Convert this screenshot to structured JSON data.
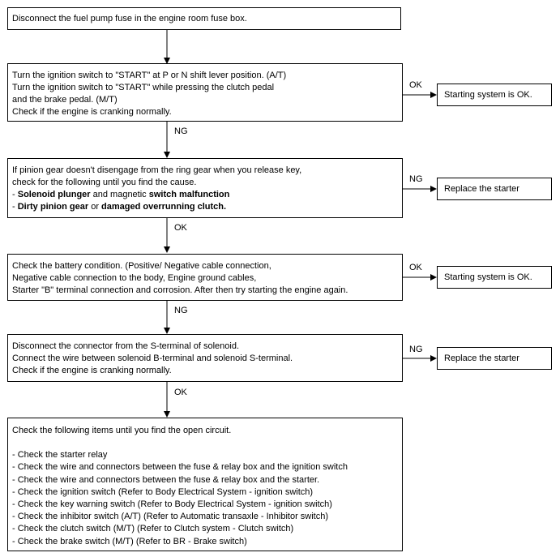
{
  "steps": [
    {
      "lines": [
        "Disconnect the fuel pump fuse in the engine room fuse box."
      ]
    },
    {
      "lines": [
        "Turn the ignition switch to \"START\" at P or N shift lever position. (A/T)",
        "Turn the ignition switch to \"START\" while pressing the clutch pedal",
        "and the brake pedal. (M/T)",
        "Check if the engine is cranking normally."
      ]
    },
    {
      "lines": [
        "If pinion gear doesn't disengage from the ring gear when you release key,",
        "check for the following until you find the cause."
      ],
      "bullet1": {
        "prefix": "- ",
        "bold1": "Solenoid plunger",
        "mid": " and magnetic ",
        "bold2": "switch malfunction"
      },
      "bullet2": {
        "prefix": "- ",
        "bold1": "Dirty pinion gear",
        "mid": " or ",
        "bold2": "damaged overrunning clutch."
      }
    },
    {
      "lines": [
        "Check the battery condition. (Positive/ Negative cable connection,",
        "Negative cable connection to the body, Engine ground cables,",
        "Starter \"B\" terminal connection and corrosion. After then try starting the engine again."
      ]
    },
    {
      "lines": [
        "Disconnect the connector from the S-terminal of solenoid.",
        "Connect the wire between solenoid B-terminal and solenoid S-terminal.",
        "Check if the engine is cranking normally."
      ]
    },
    {
      "lines": [
        "Check the following items until you find the open circuit.",
        "",
        "- Check the starter relay",
        "- Check the wire and connectors between the fuse & relay box and the ignition switch",
        "- Check the wire and connectors between the fuse & relay box and the starter.",
        "- Check the ignition switch (Refer to Body Electrical System - ignition switch)",
        "- Check the key warning switch (Refer to Body Electrical System - ignition switch)",
        "- Check the inhibitor switch (A/T) (Refer to Automatic transaxle - Inhibitor switch)",
        "- Check the clutch switch (M/T) (Refer to Clutch system - Clutch switch)",
        "- Check the brake switch (M/T) (Refer to BR - Brake switch)"
      ]
    }
  ],
  "side_results": [
    {
      "text": "Starting system is OK.",
      "branch": "OK"
    },
    {
      "text": "Replace the starter",
      "branch": "NG"
    },
    {
      "text": "Starting system is OK.",
      "branch": "OK"
    },
    {
      "text": "Replace the starter",
      "branch": "NG"
    }
  ],
  "down_labels": [
    "NG",
    "OK",
    "NG",
    "OK"
  ]
}
